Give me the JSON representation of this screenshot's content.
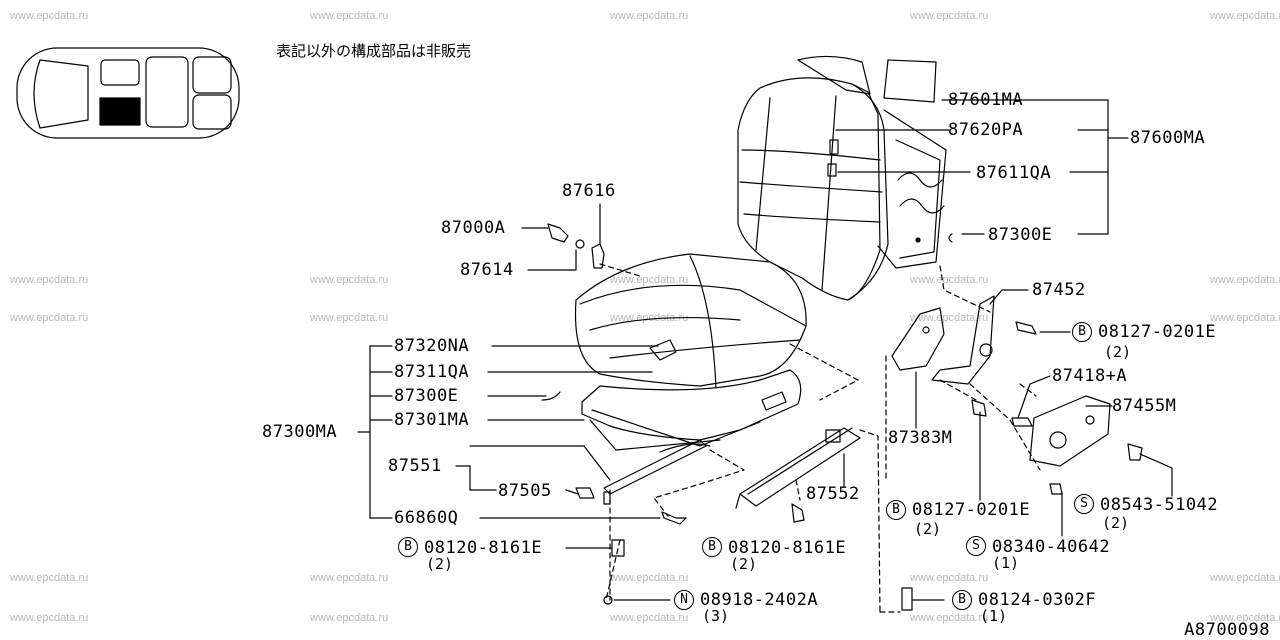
{
  "watermark_text": "www.epcdata.ru",
  "note": "表記以外の構成部品は非販売",
  "diagram_code": "A8700098",
  "labels": {
    "p87601MA": "87601MA",
    "p87620PA": "87620PA",
    "p87611QA": "87611QA",
    "p87600MA": "87600MA",
    "p87300E_back": "87300E",
    "p87616": "87616",
    "p87000A": "87000A",
    "p87614": "87614",
    "p87452": "87452",
    "p87320NA": "87320NA",
    "p87311QA": "87311QA",
    "p87300E_cush": "87300E",
    "p87301MA": "87301MA",
    "p87300MA": "87300MA",
    "p87551": "87551",
    "p87505": "87505",
    "p66860Q": "66860Q",
    "p87552": "87552",
    "p87383M": "87383M",
    "p87418A": "87418+A",
    "p87455M": "87455M",
    "b08127_top": "08127-0201E",
    "b08127_top_qty": "(2)",
    "b08127_mid": "08127-0201E",
    "b08127_mid_qty": "(2)",
    "s08543": "08543-51042",
    "s08543_qty": "(2)",
    "s08340": "08340-40642",
    "s08340_qty": "(1)",
    "b08120_left": "08120-8161E",
    "b08120_left_qty": "(2)",
    "b08120_mid": "08120-8161E",
    "b08120_mid_qty": "(2)",
    "n08918": "08918-2402A",
    "n08918_qty": "(3)",
    "b08124": "08124-0302F",
    "b08124_qty": "(1)"
  },
  "prefix_symbols": {
    "bolt": "B",
    "screw": "S",
    "nut": "N"
  }
}
